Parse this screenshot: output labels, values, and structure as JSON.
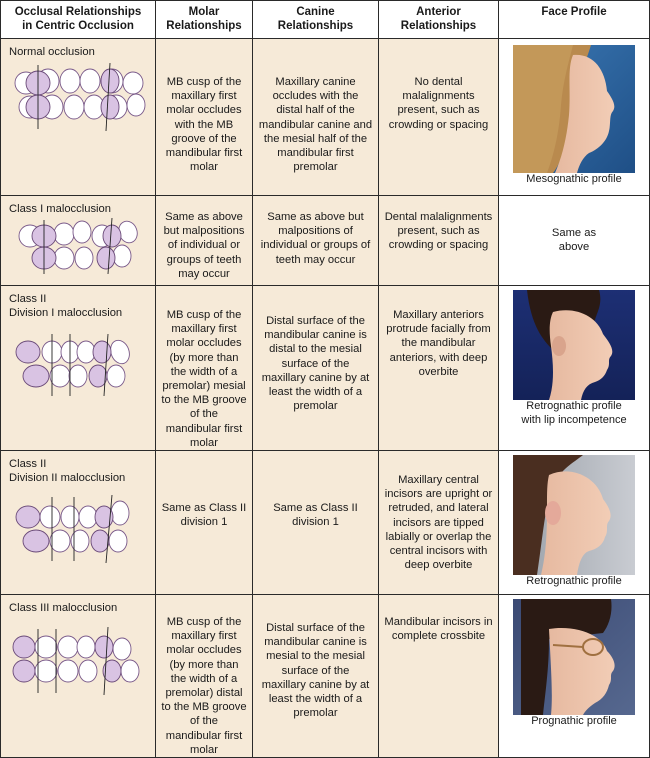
{
  "headers": [
    "Occlusal Relationships\nin Centric Occlusion",
    "Molar\nRelationships",
    "Canine\nRelationships",
    "Anterior\nRelationships",
    "Face Profile"
  ],
  "rows": [
    {
      "label": "Normal occlusion",
      "molar": "MB cusp of the maxillary first molar occludes with the MB groove of the mandibular first molar",
      "canine": "Maxillary canine occludes with the distal half of the mandibular canine and the mesial half of the mandibular first premolar",
      "anterior": "No dental malalignments present, such as crowding or spacing",
      "face_caption": "Mesognathic profile"
    },
    {
      "label": "Class I malocclusion",
      "molar": "Same as above but malpositions of individual or groups of teeth may occur",
      "canine": "Same as above but malpositions of individual or groups of teeth may occur",
      "anterior": "Dental malalignments present, such as crowding or spacing",
      "face_text": "Same as\nabove"
    },
    {
      "label": "Class II\nDivision I malocclusion",
      "molar": "MB cusp of the maxillary first molar occludes (by more than the width of a premolar) mesial to the MB groove of the mandibular first molar",
      "canine": "Distal surface of the mandibular canine is distal to the mesial surface of the maxillary canine by at least the width of a premolar",
      "anterior": "Maxillary anteriors protrude facially from the mandibular anteriors, with deep overbite",
      "face_caption": "Retrognathic profile\nwith lip incompetence"
    },
    {
      "label": "Class II\nDivision II malocclusion",
      "molar": "Same as Class II division 1",
      "canine": "Same as Class II division 1",
      "anterior": "Maxillary central incisors are upright or retruded, and lateral incisors are tipped labially or overlap the central incisors with deep overbite",
      "face_caption": "Retrognathic profile"
    },
    {
      "label": "Class III malocclusion",
      "molar": "MB cusp of the maxillary first molar occludes (by more than the width of a premolar) distal to the MB groove of the mandibular first molar",
      "canine": "Distal surface of the mandibular canine is mesial to the mesial surface of the maxillary canine by at least the width of a premolar",
      "anterior": "Mandibular incisors in complete crossbite",
      "face_caption": "Prognathic profile"
    }
  ],
  "colors": {
    "cell_bg": "#f6ead8",
    "tooth_fill": "#d9c3e3",
    "tooth_stroke": "#6a4a78",
    "border": "#2a2a2a"
  }
}
